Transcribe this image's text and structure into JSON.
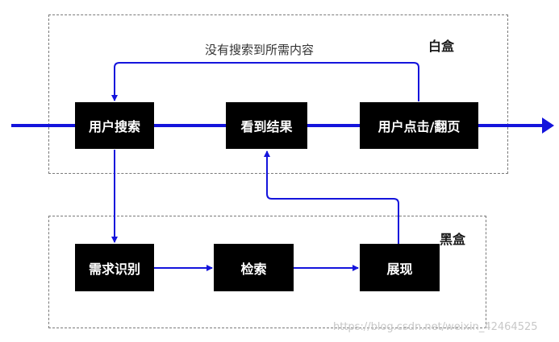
{
  "colors": {
    "arrow": "#1414dc",
    "node_bg": "#000000",
    "node_text": "#ffffff",
    "box_border": "#7a7a7a"
  },
  "groups": {
    "white_box": {
      "title": "白盒"
    },
    "black_box": {
      "title": "黑盒"
    }
  },
  "nodes": {
    "user_search": "用户搜索",
    "see_results": "看到结果",
    "user_click_page": "用户点击/翻页",
    "need_recognition": "需求识别",
    "retrieval": "检索",
    "display": "展现"
  },
  "edge_labels": {
    "no_content_found": "没有搜索到所需内容"
  },
  "watermark": "https://blog.csdn.net/weixin_42464525"
}
